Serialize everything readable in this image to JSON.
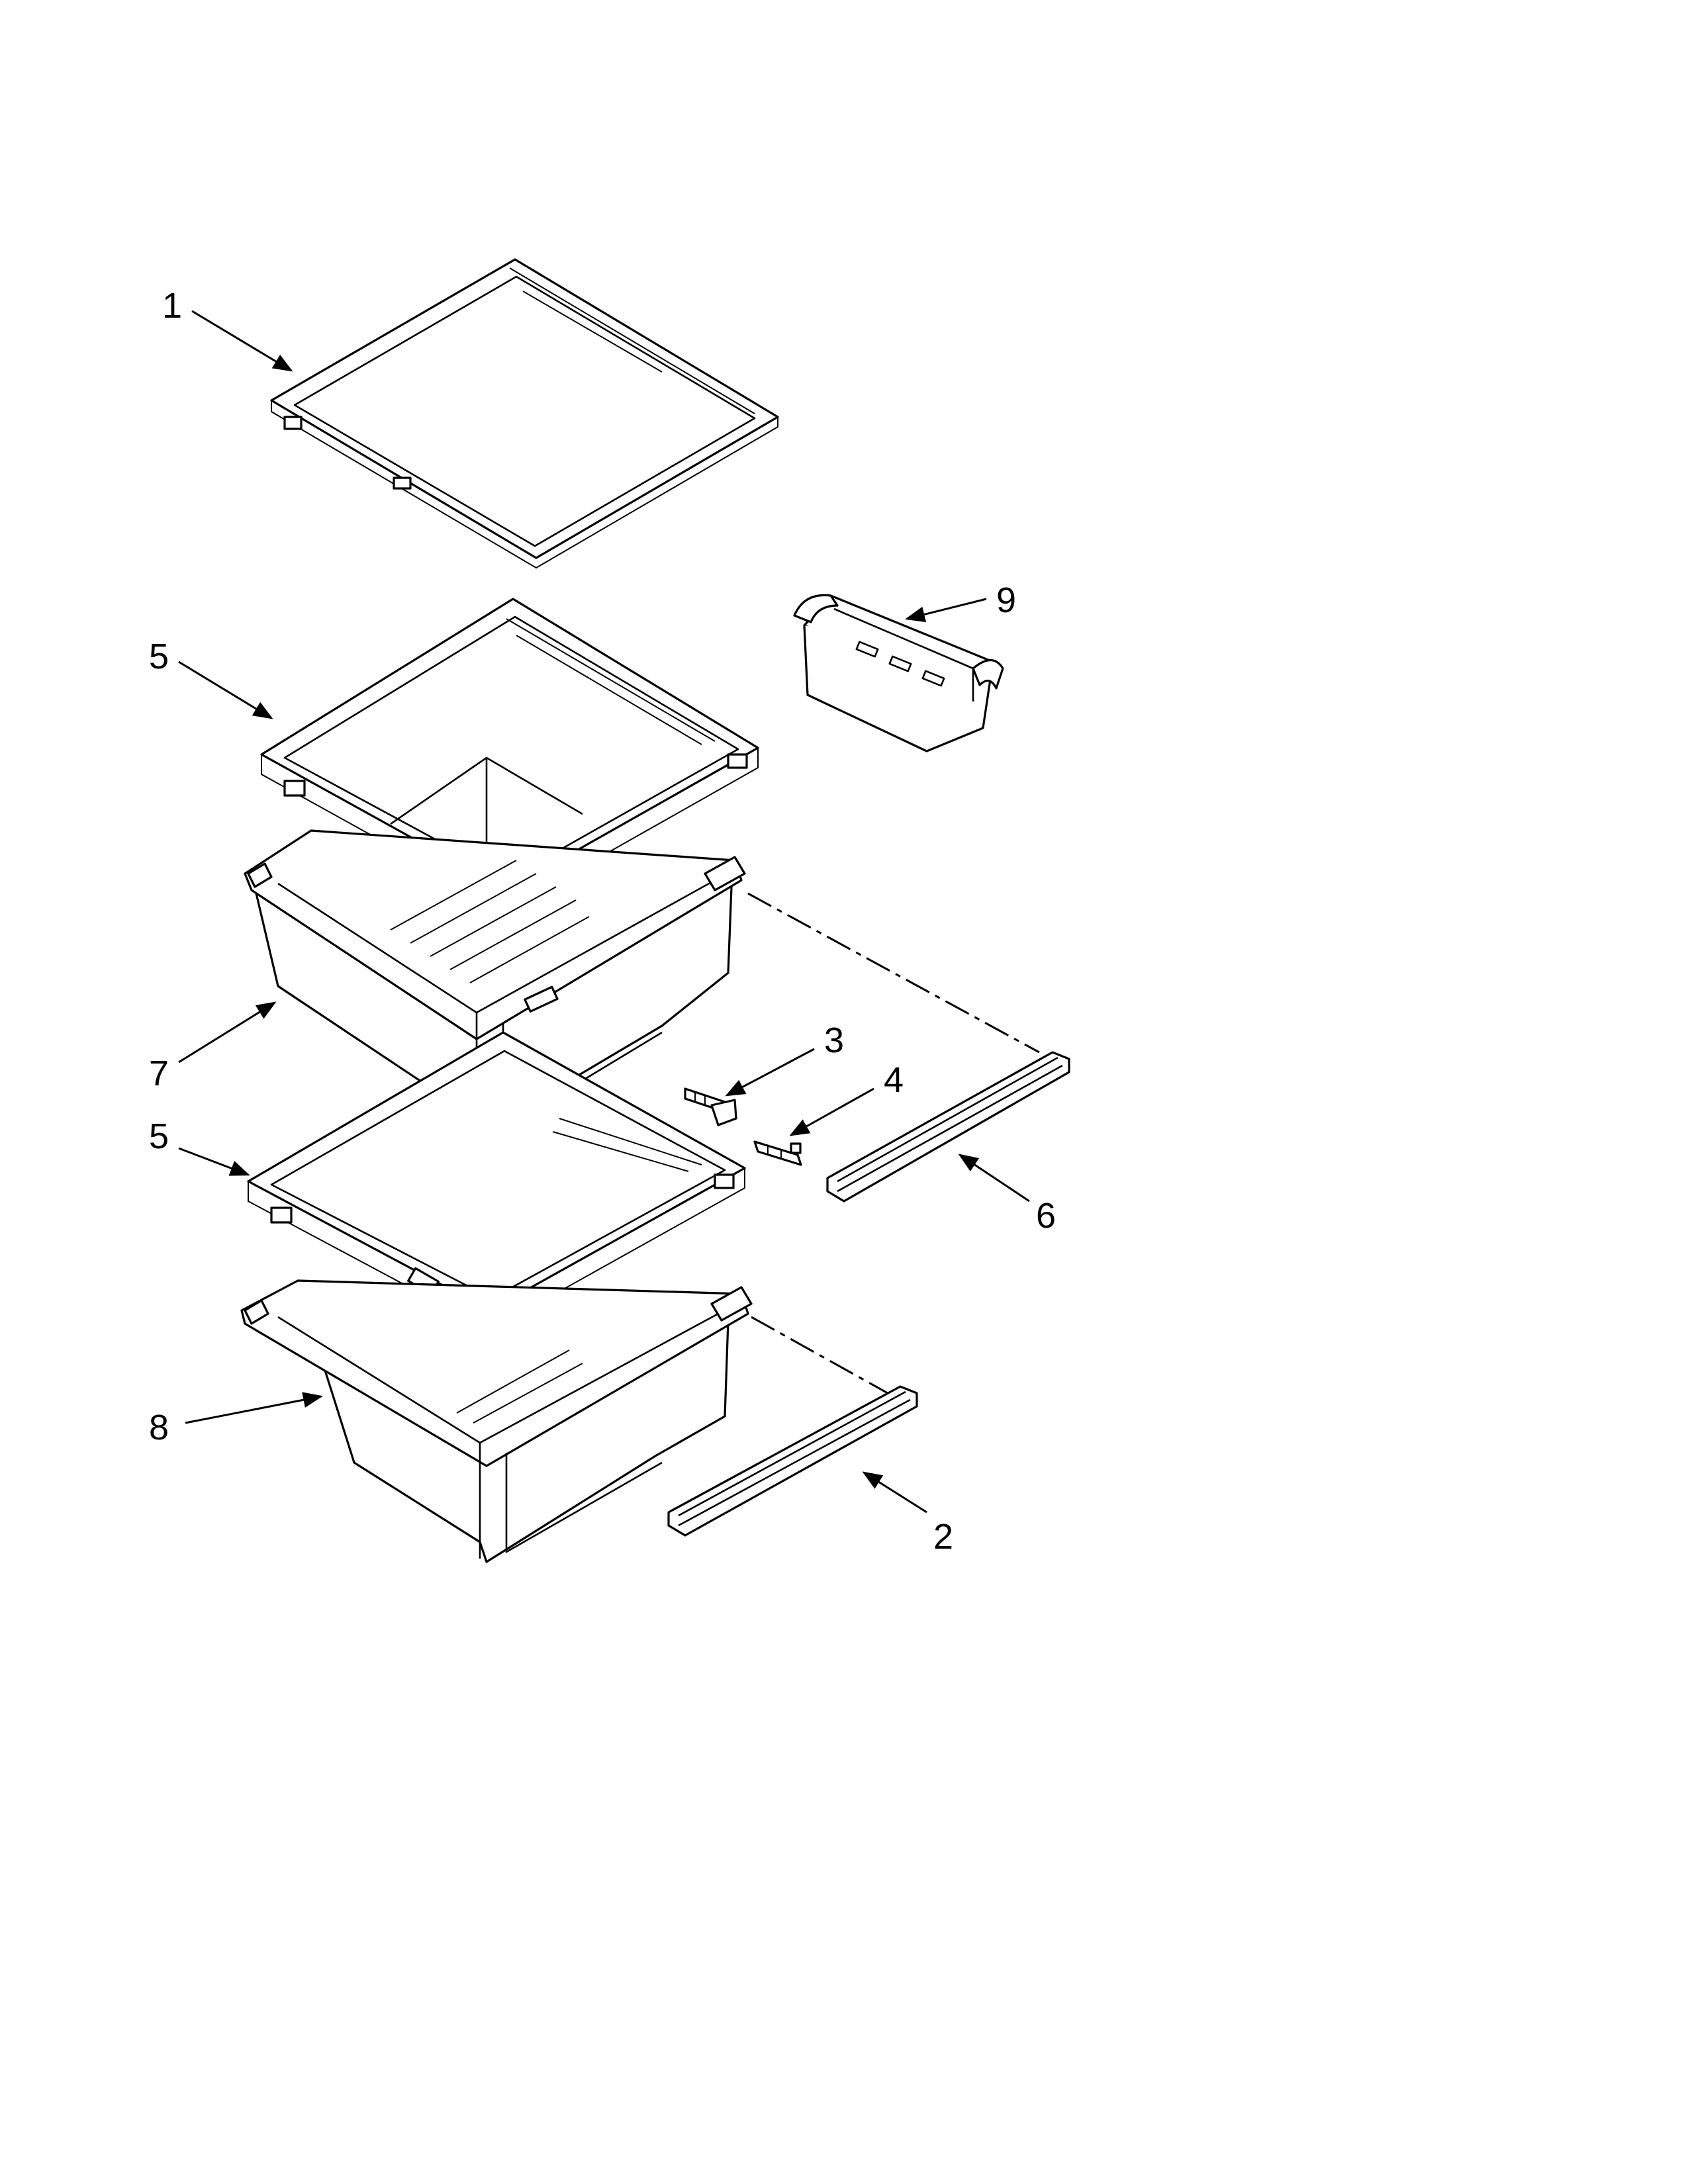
{
  "diagram": {
    "callouts": [
      {
        "id": "1",
        "label": "1"
      },
      {
        "id": "9",
        "label": "9"
      },
      {
        "id": "5a",
        "label": "5"
      },
      {
        "id": "7",
        "label": "7"
      },
      {
        "id": "3",
        "label": "3"
      },
      {
        "id": "4",
        "label": "4"
      },
      {
        "id": "5b",
        "label": "5"
      },
      {
        "id": "6",
        "label": "6"
      },
      {
        "id": "8",
        "label": "8"
      },
      {
        "id": "2",
        "label": "2"
      }
    ],
    "colors": {
      "line": "#000000",
      "background": "#ffffff"
    }
  }
}
